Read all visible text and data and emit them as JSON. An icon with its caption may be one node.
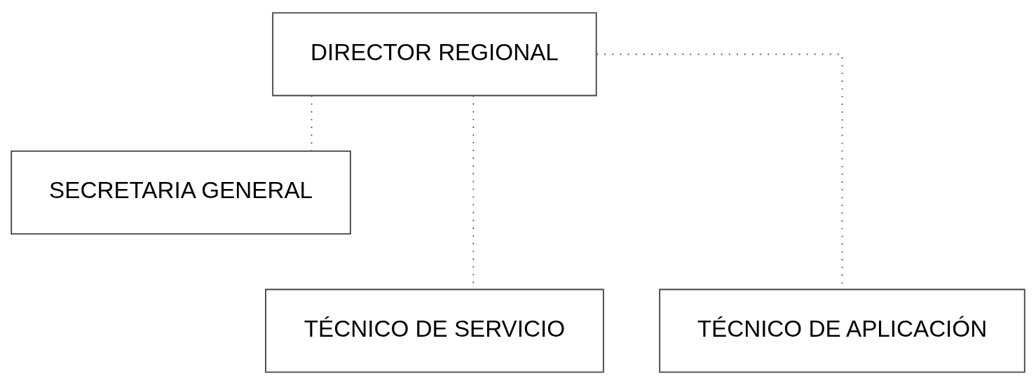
{
  "diagram": {
    "nodes": [
      {
        "text": [
          "DIRECTOR REGIONAL"
        ]
      },
      {
        "text": [
          "SECRETARIA GENERAL"
        ]
      },
      {
        "text": [
          "TÉCNICO DE SERVICIO"
        ]
      },
      {
        "text": [
          "TÉCNICO DE APLICACIÓN"
        ]
      }
    ],
    "edges": [
      {
        "from": 0,
        "to": 1,
        "arrow": "none"
      },
      {
        "from": 0,
        "to": 2,
        "arrow": "none"
      },
      {
        "from": 0,
        "to": 3,
        "arrow": "none"
      }
    ]
  }
}
